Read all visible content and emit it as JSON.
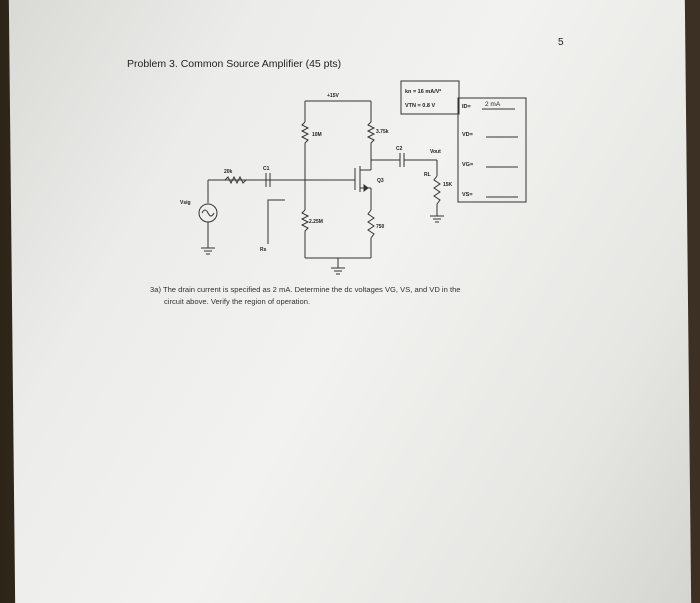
{
  "page_number": "5",
  "title": "Problem 3. Common Source Amplifier (45 pts)",
  "circuit": {
    "supply": "+15V",
    "r_top_gate": "10M",
    "r_bottom_gate": "2.25M",
    "r_drain": "3.75k",
    "r_source": "750",
    "r_in": "20k",
    "c_in": "C1",
    "c_out": "C2",
    "transistor": "Q3",
    "source_label": "Vsig",
    "rs_label": "Rs",
    "load_label": "RL",
    "load_value": "15K",
    "output_label": "Vout",
    "params": {
      "kn": "kn = 16 mA/V²",
      "vtn": "VTN = 0.8 V"
    }
  },
  "answers": {
    "id_label": "ID=",
    "id_value": "2 mA",
    "vd_label": "VD=",
    "vg_label": "VG=",
    "vs_label": "VS="
  },
  "question": {
    "line1": "3a) The drain current is specified as 2 mA. Determine the dc voltages VG, VS, and VD in the",
    "line2": "circuit above. Verify the region of operation."
  }
}
